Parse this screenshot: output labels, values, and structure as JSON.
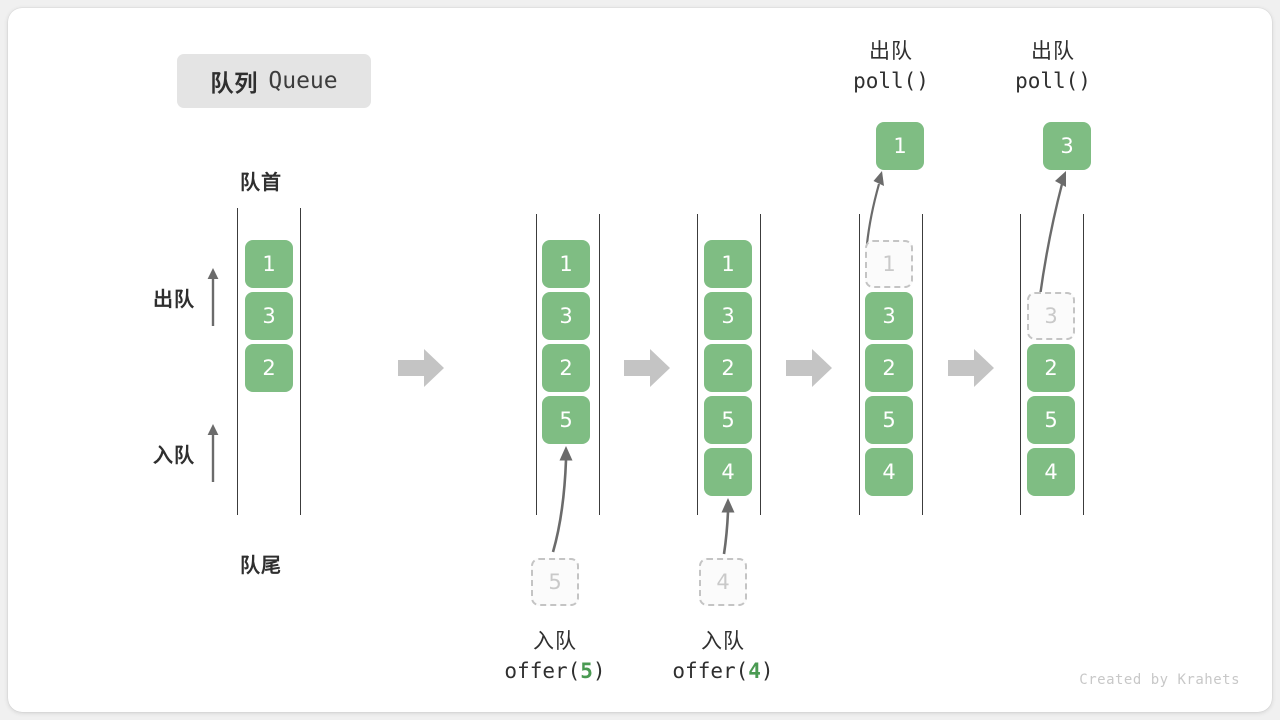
{
  "title": {
    "cn": "队列",
    "en": "Queue"
  },
  "labels": {
    "head": "队首",
    "tail": "队尾",
    "dequeue": "出队",
    "enqueue": "入队"
  },
  "colors": {
    "cell_fill": "#7fbd83",
    "cell_text": "#ffffff",
    "ghost_border": "#c4c4c4",
    "ghost_text": "#c9c9c9",
    "rail": "#3c3c3c",
    "arrow": "#6b6b6b",
    "step_arrow": "#c4c4c4",
    "badge_bg": "#e4e4e4",
    "accent_arg": "#4a9a52",
    "card_bg": "#ffffff",
    "page_bg": "#f0f0f0"
  },
  "steps": [
    {
      "id": "initial",
      "cells": [
        {
          "value": "1",
          "ghost": false
        },
        {
          "value": "3",
          "ghost": false
        },
        {
          "value": "2",
          "ghost": false
        }
      ]
    },
    {
      "id": "offer-5",
      "cells": [
        {
          "value": "1",
          "ghost": false
        },
        {
          "value": "3",
          "ghost": false
        },
        {
          "value": "2",
          "ghost": false
        },
        {
          "value": "5",
          "ghost": false
        }
      ],
      "incoming": {
        "value": "5",
        "caption_cn": "入队",
        "caption_fn": "offer(",
        "caption_arg": "5",
        "caption_close": ")"
      }
    },
    {
      "id": "offer-4",
      "cells": [
        {
          "value": "1",
          "ghost": false
        },
        {
          "value": "3",
          "ghost": false
        },
        {
          "value": "2",
          "ghost": false
        },
        {
          "value": "5",
          "ghost": false
        },
        {
          "value": "4",
          "ghost": false
        }
      ],
      "incoming": {
        "value": "4",
        "caption_cn": "入队",
        "caption_fn": "offer(",
        "caption_arg": "4",
        "caption_close": ")"
      }
    },
    {
      "id": "poll-1",
      "cells": [
        {
          "value": "1",
          "ghost": true
        },
        {
          "value": "3",
          "ghost": false
        },
        {
          "value": "2",
          "ghost": false
        },
        {
          "value": "5",
          "ghost": false
        },
        {
          "value": "4",
          "ghost": false
        }
      ],
      "outgoing": {
        "value": "1",
        "caption_cn": "出队",
        "caption_fn": "poll()"
      }
    },
    {
      "id": "poll-3",
      "cells": [
        {
          "value": "",
          "ghost": null
        },
        {
          "value": "3",
          "ghost": true
        },
        {
          "value": "2",
          "ghost": false
        },
        {
          "value": "5",
          "ghost": false
        },
        {
          "value": "4",
          "ghost": false
        }
      ],
      "outgoing": {
        "value": "3",
        "caption_cn": "出队",
        "caption_fn": "poll()"
      }
    }
  ],
  "credit": "Created by Krahets"
}
